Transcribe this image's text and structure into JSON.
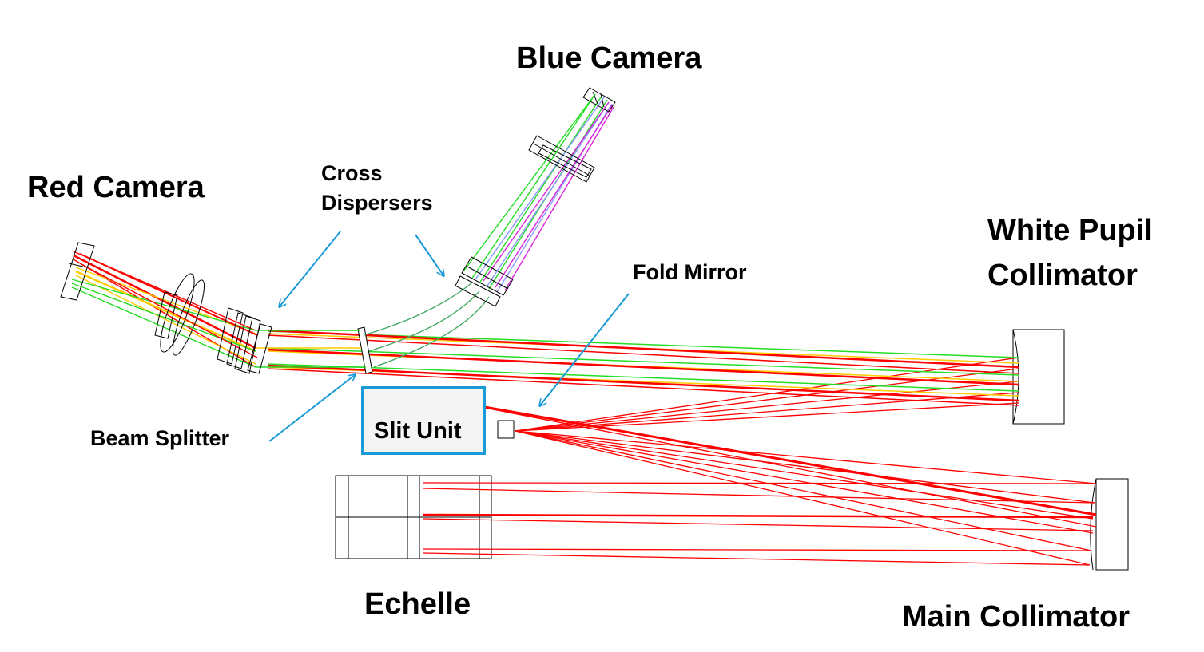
{
  "labels": {
    "blue_camera": "Blue Camera",
    "red_camera": "Red Camera",
    "cross_dispersers_line1": "Cross",
    "cross_dispersers_line2": "Dispersers",
    "fold_mirror": "Fold Mirror",
    "white_pupil_line1": "White Pupil",
    "white_pupil_line2": "Collimator",
    "beam_splitter": "Beam Splitter",
    "slit_unit": "Slit Unit",
    "echelle": "Echelle",
    "main_collimator": "Main Collimator"
  },
  "colors": {
    "ray_main": "#ff0000",
    "ray_green": "#22dd22",
    "ray_yellow": "#ffcc00",
    "ray_blue": "#8899ff",
    "ray_magenta": "#dd22dd",
    "arrow": "#1a9ad6",
    "outline": "#000000"
  }
}
